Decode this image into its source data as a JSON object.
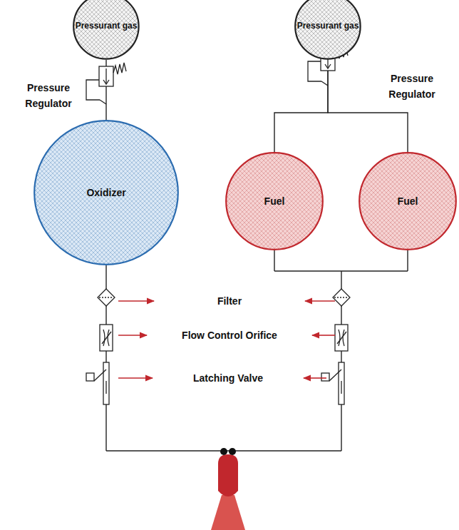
{
  "diagram": {
    "nodes": [
      {
        "text": [
          "Pressurant gas"
        ]
      },
      {
        "text": [
          "Pressurant gas"
        ]
      },
      {
        "text": [
          "Oxidizer"
        ]
      },
      {
        "text": [
          "Fuel"
        ]
      },
      {
        "text": [
          "Fuel"
        ]
      }
    ],
    "edges": [
      {
        "from": 0,
        "to": 2,
        "arrow": "none"
      },
      {
        "from": 1,
        "to": 3,
        "arrow": "none"
      },
      {
        "from": 1,
        "to": 4,
        "arrow": "none"
      }
    ],
    "labels": [
      "Pressure Regulator",
      "Pressure Regulator",
      "Filter",
      "Flow Control Orifice",
      "Latching Valve"
    ]
  }
}
